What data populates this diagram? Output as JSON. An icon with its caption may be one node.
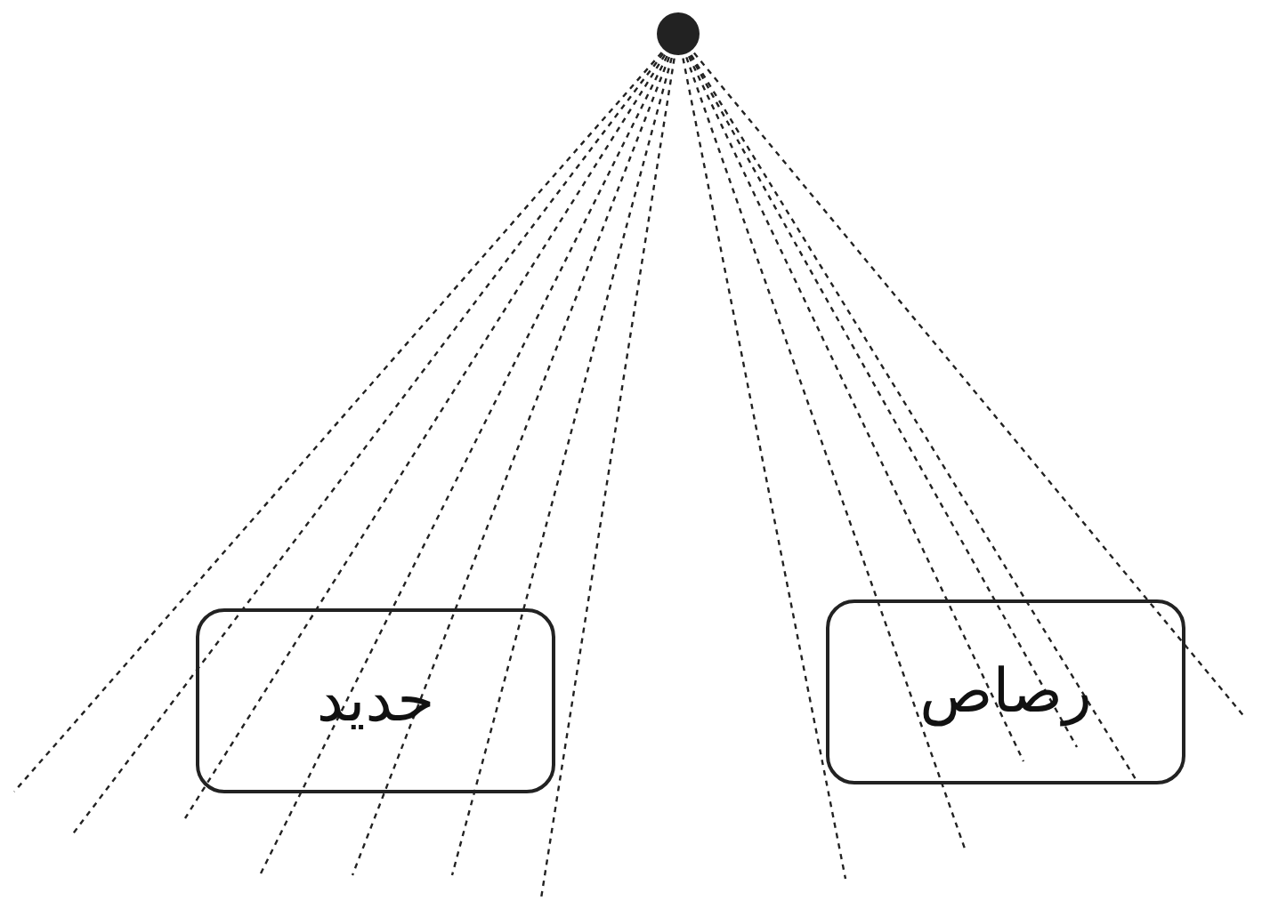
{
  "diagram": {
    "nodes": [
      {
        "text": [],
        "shape": "circle"
      },
      {
        "text": [
          "حديد"
        ]
      },
      {
        "text": [
          "رصاص"
        ]
      }
    ]
  }
}
